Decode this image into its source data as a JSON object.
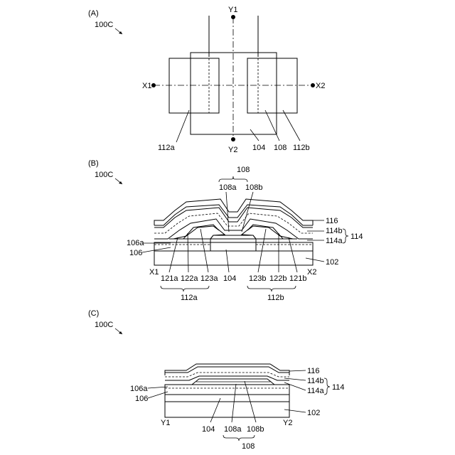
{
  "figure": {
    "panel_a": {
      "label": "(A)",
      "ref": "100C",
      "axis_labels": {
        "x1": "X1",
        "x2": "X2",
        "y1": "Y1",
        "y2": "Y2"
      },
      "part_labels": {
        "l112a": "112a",
        "l104": "104",
        "l108": "108",
        "l112b": "112b"
      }
    },
    "panel_b": {
      "label": "(B)",
      "ref": "100C",
      "top_labels": {
        "l108": "108",
        "l108a": "108a",
        "l108b": "108b"
      },
      "right_labels": {
        "l116": "116",
        "l114b": "114b",
        "l114": "114",
        "l114a": "114a",
        "l102": "102",
        "x2": "X2"
      },
      "left_labels": {
        "l106a": "106a",
        "l106": "106",
        "x1": "X1"
      },
      "bottom_labels": {
        "l121a": "121a",
        "l122a": "122a",
        "l123a": "123a",
        "l104": "104",
        "l123b": "123b",
        "l122b": "122b",
        "l121b": "121b",
        "l112a": "112a",
        "l112b": "112b"
      }
    },
    "panel_c": {
      "label": "(C)",
      "ref": "100C",
      "right_labels": {
        "l116": "116",
        "l114b": "114b",
        "l114": "114",
        "l114a": "114a",
        "l102": "102",
        "y2": "Y2"
      },
      "left_labels": {
        "l106a": "106a",
        "l106": "106",
        "y1": "Y1"
      },
      "bottom_labels": {
        "l104": "104",
        "l108a": "108a",
        "l108b": "108b",
        "l108": "108"
      }
    }
  }
}
